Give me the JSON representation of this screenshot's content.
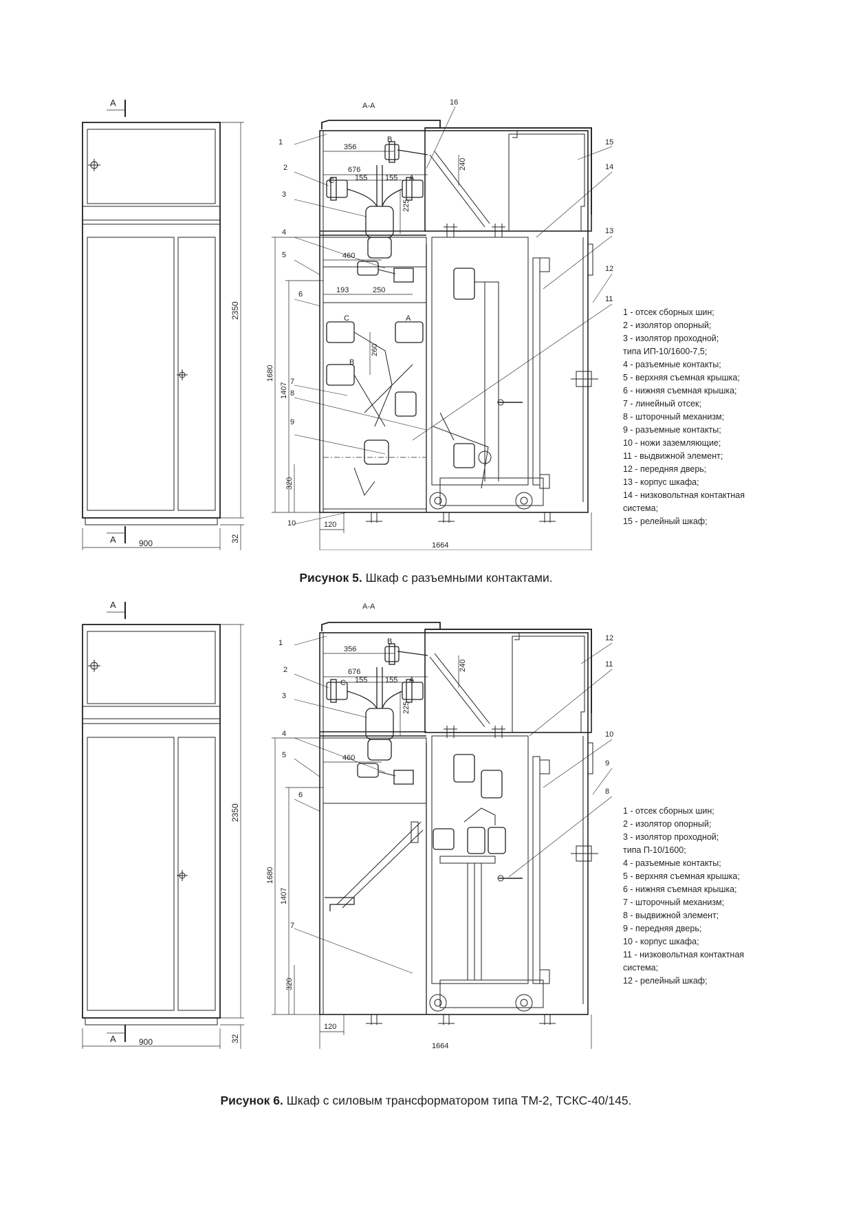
{
  "fig5": {
    "section_mark": "A",
    "section_title": "А-А",
    "dims": {
      "height_total": "2350",
      "base": "32",
      "width_front": "900",
      "depth": "1664",
      "h1680": "1680",
      "h1407": "1407",
      "h320": "320",
      "d120": "120",
      "d356": "356",
      "d676": "676",
      "d155a": "155",
      "d155b": "155",
      "d240": "240",
      "d225": "225",
      "d460": "460",
      "d193": "193",
      "d250": "250",
      "d260": "260"
    },
    "phases": {
      "a": "A",
      "b": "B",
      "c": "C"
    },
    "callouts": [
      "1",
      "2",
      "3",
      "4",
      "5",
      "6",
      "7",
      "8",
      "9",
      "10",
      "11",
      "12",
      "13",
      "14",
      "15",
      "16"
    ],
    "legend": [
      "1 - отсек сборных шин;",
      "2 - изолятор опорный;",
      "3 - изолятор проходной;",
      "типа ИП-10/1600-7,5;",
      "4 - разъемные контакты;",
      "5 - верхняя съемная крышка;",
      "6 - нижняя съемная крышка;",
      "7 - линейный отсек;",
      "8 - шторочный механизм;",
      "9 - разъемные контакты;",
      "10 - ножи заземляющие;",
      "11 - выдвижной элемент;",
      "12 - передняя дверь;",
      "13 - корпус шкафа;",
      "14 - низковольтная контактная",
      "система;",
      "15 - релейный шкаф;"
    ],
    "caption_bold": "Рисунок 5.",
    "caption_text": " Шкаф с разъемными контактами."
  },
  "fig6": {
    "section_mark": "A",
    "section_title": "А-А",
    "dims": {
      "height_total": "2350",
      "base": "32",
      "width_front": "900",
      "depth": "1664",
      "h1680": "1680",
      "h1407": "1407",
      "h320": "320",
      "d120": "120",
      "d356": "356",
      "d676": "676",
      "d155a": "155",
      "d155b": "155",
      "d240": "240",
      "d225": "225",
      "d460": "460"
    },
    "phases": {
      "a": "A",
      "b": "B",
      "c": "C"
    },
    "callouts": [
      "1",
      "2",
      "3",
      "4",
      "5",
      "6",
      "7",
      "8",
      "9",
      "10",
      "11",
      "12"
    ],
    "legend": [
      "1 - отсек сборных шин;",
      "2 - изолятор опорный;",
      "3 - изолятор проходной;",
      "типа П-10/1600;",
      "4 - разъемные контакты;",
      "5 - верхняя съемная крышка;",
      "6 - нижняя съемная крышка;",
      "7 - шторочный механизм;",
      "8 - выдвижной элемент;",
      "9 - передняя дверь;",
      "10 - корпус шкафа;",
      "11 - низковольтная контактная",
      "система;",
      "12 - релейный шкаф;"
    ],
    "caption_bold": "Рисунок 6.",
    "caption_text": " Шкаф с силовым трансформатором типа ТМ-2, ТСКС-40/145."
  }
}
